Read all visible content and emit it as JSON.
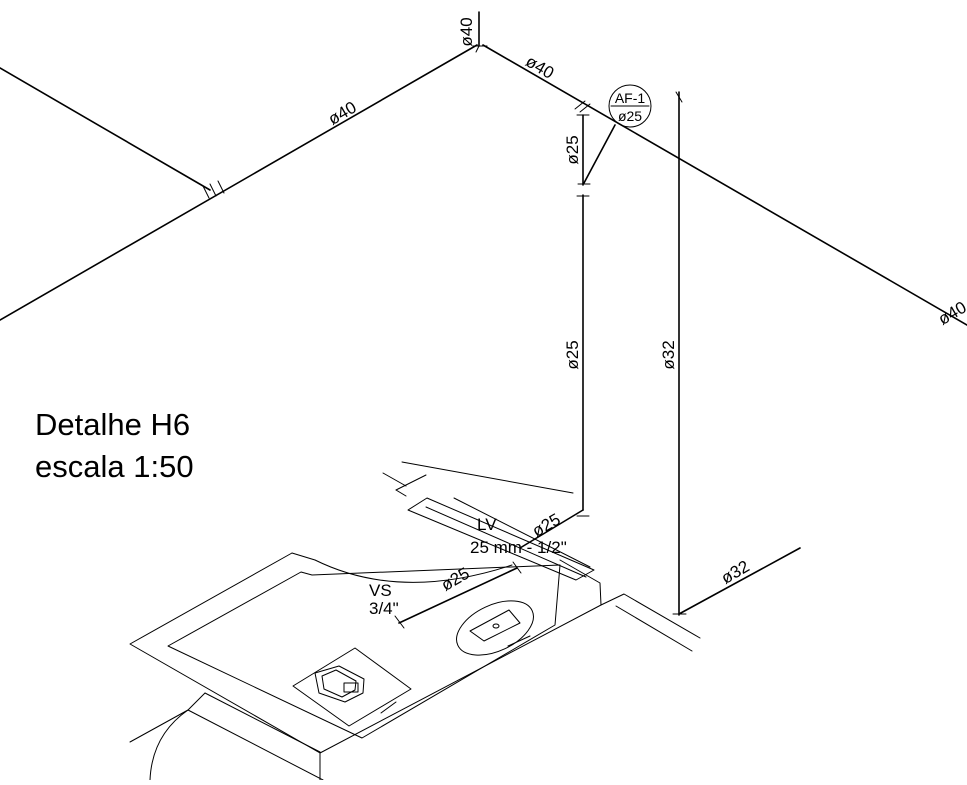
{
  "title": {
    "line1": "Detalhe H6",
    "line2": "escala 1:50"
  },
  "labels": {
    "d40_top": "ø40",
    "d40_left": "ø40",
    "d40_right_top": "ø40",
    "d40_far_right": "ø40",
    "d25_upper": "ø25",
    "d25_mid": "ø25",
    "d32_riser": "ø32",
    "d32_low": "ø32",
    "d25_lv": "ø25",
    "d25_vs": "ø25",
    "lv": "LV",
    "lv_spec": "25 mm - 1/2\"",
    "vs": "VS",
    "vs_spec": "3/4\""
  },
  "column_tag": {
    "id": "AF-1",
    "diameter": "ø25"
  }
}
